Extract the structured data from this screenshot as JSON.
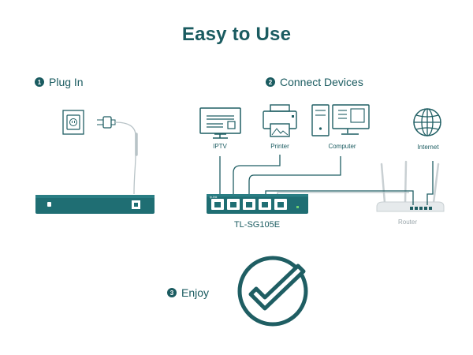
{
  "title": "Easy to Use",
  "steps": [
    {
      "num": "1",
      "label": "Plug In"
    },
    {
      "num": "2",
      "label": "Connect Devices"
    },
    {
      "num": "3",
      "label": "Enjoy"
    }
  ],
  "devices": {
    "iptv": "IPTV",
    "printer": "Printer",
    "computer": "Computer",
    "internet": "Internet",
    "router": "Router"
  },
  "switch_model": "TL-SG105E",
  "switch_brand": "tp-link",
  "colors": {
    "teal": "#1f5e63",
    "gray_line": "#b8c3c7",
    "router_gray": "#c9d0d3"
  }
}
